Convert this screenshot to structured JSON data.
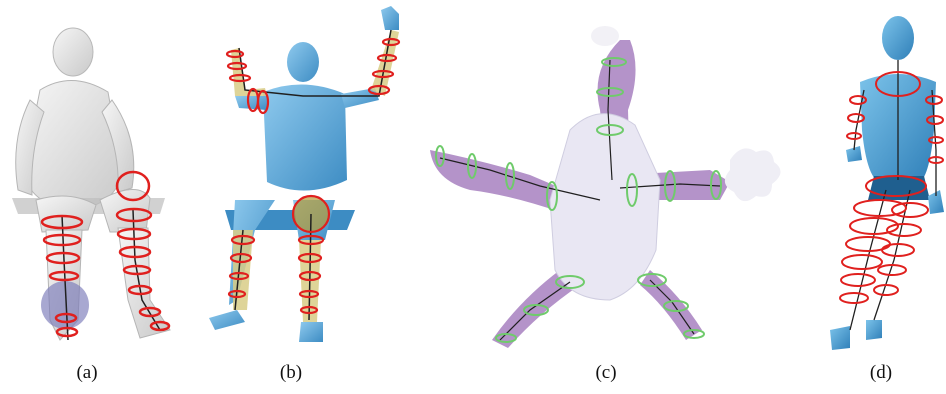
{
  "figure": {
    "captions": [
      "(a)",
      "(b)",
      "(c)",
      "(d)"
    ]
  },
  "colors": {
    "body_gray": "#e4e4e4",
    "body_blue": "#5aa9d8",
    "body_purple": "#b493c9",
    "body_lilac": "#e9e7f3",
    "ring_red": "#e0201e",
    "ring_green": "#6fcb6b",
    "skeleton": "#202020",
    "limb_yellow": "#d8cc86"
  }
}
